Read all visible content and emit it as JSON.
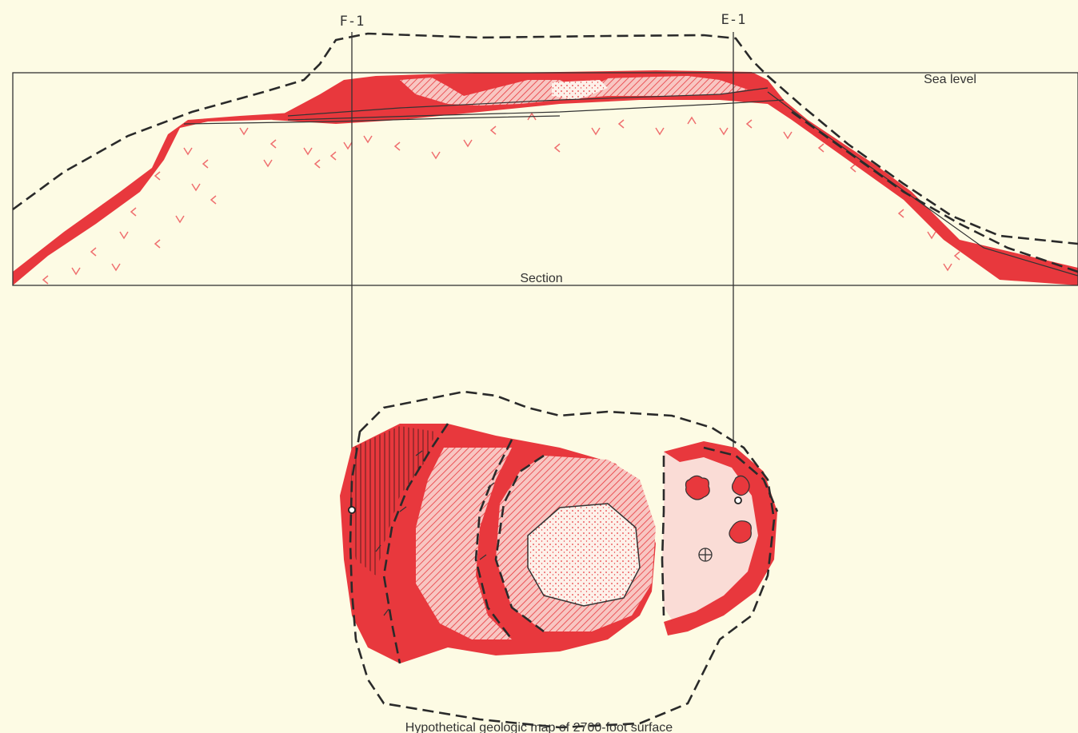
{
  "diagram": {
    "well_left": "F-1",
    "well_right": "E-1",
    "sea_level_label": "Sea level",
    "section_label": "Section",
    "map_caption": "Hypothetical geologic map of 2700-foot surface",
    "colors": {
      "limestone_red": "#e8383d",
      "hatched_pink": "#f6b7b4",
      "pale_pink": "#fadcd6",
      "volcanic_marks": "#ef6f6f",
      "background": "#fdfbe4",
      "line": "#2a2a2a"
    }
  }
}
